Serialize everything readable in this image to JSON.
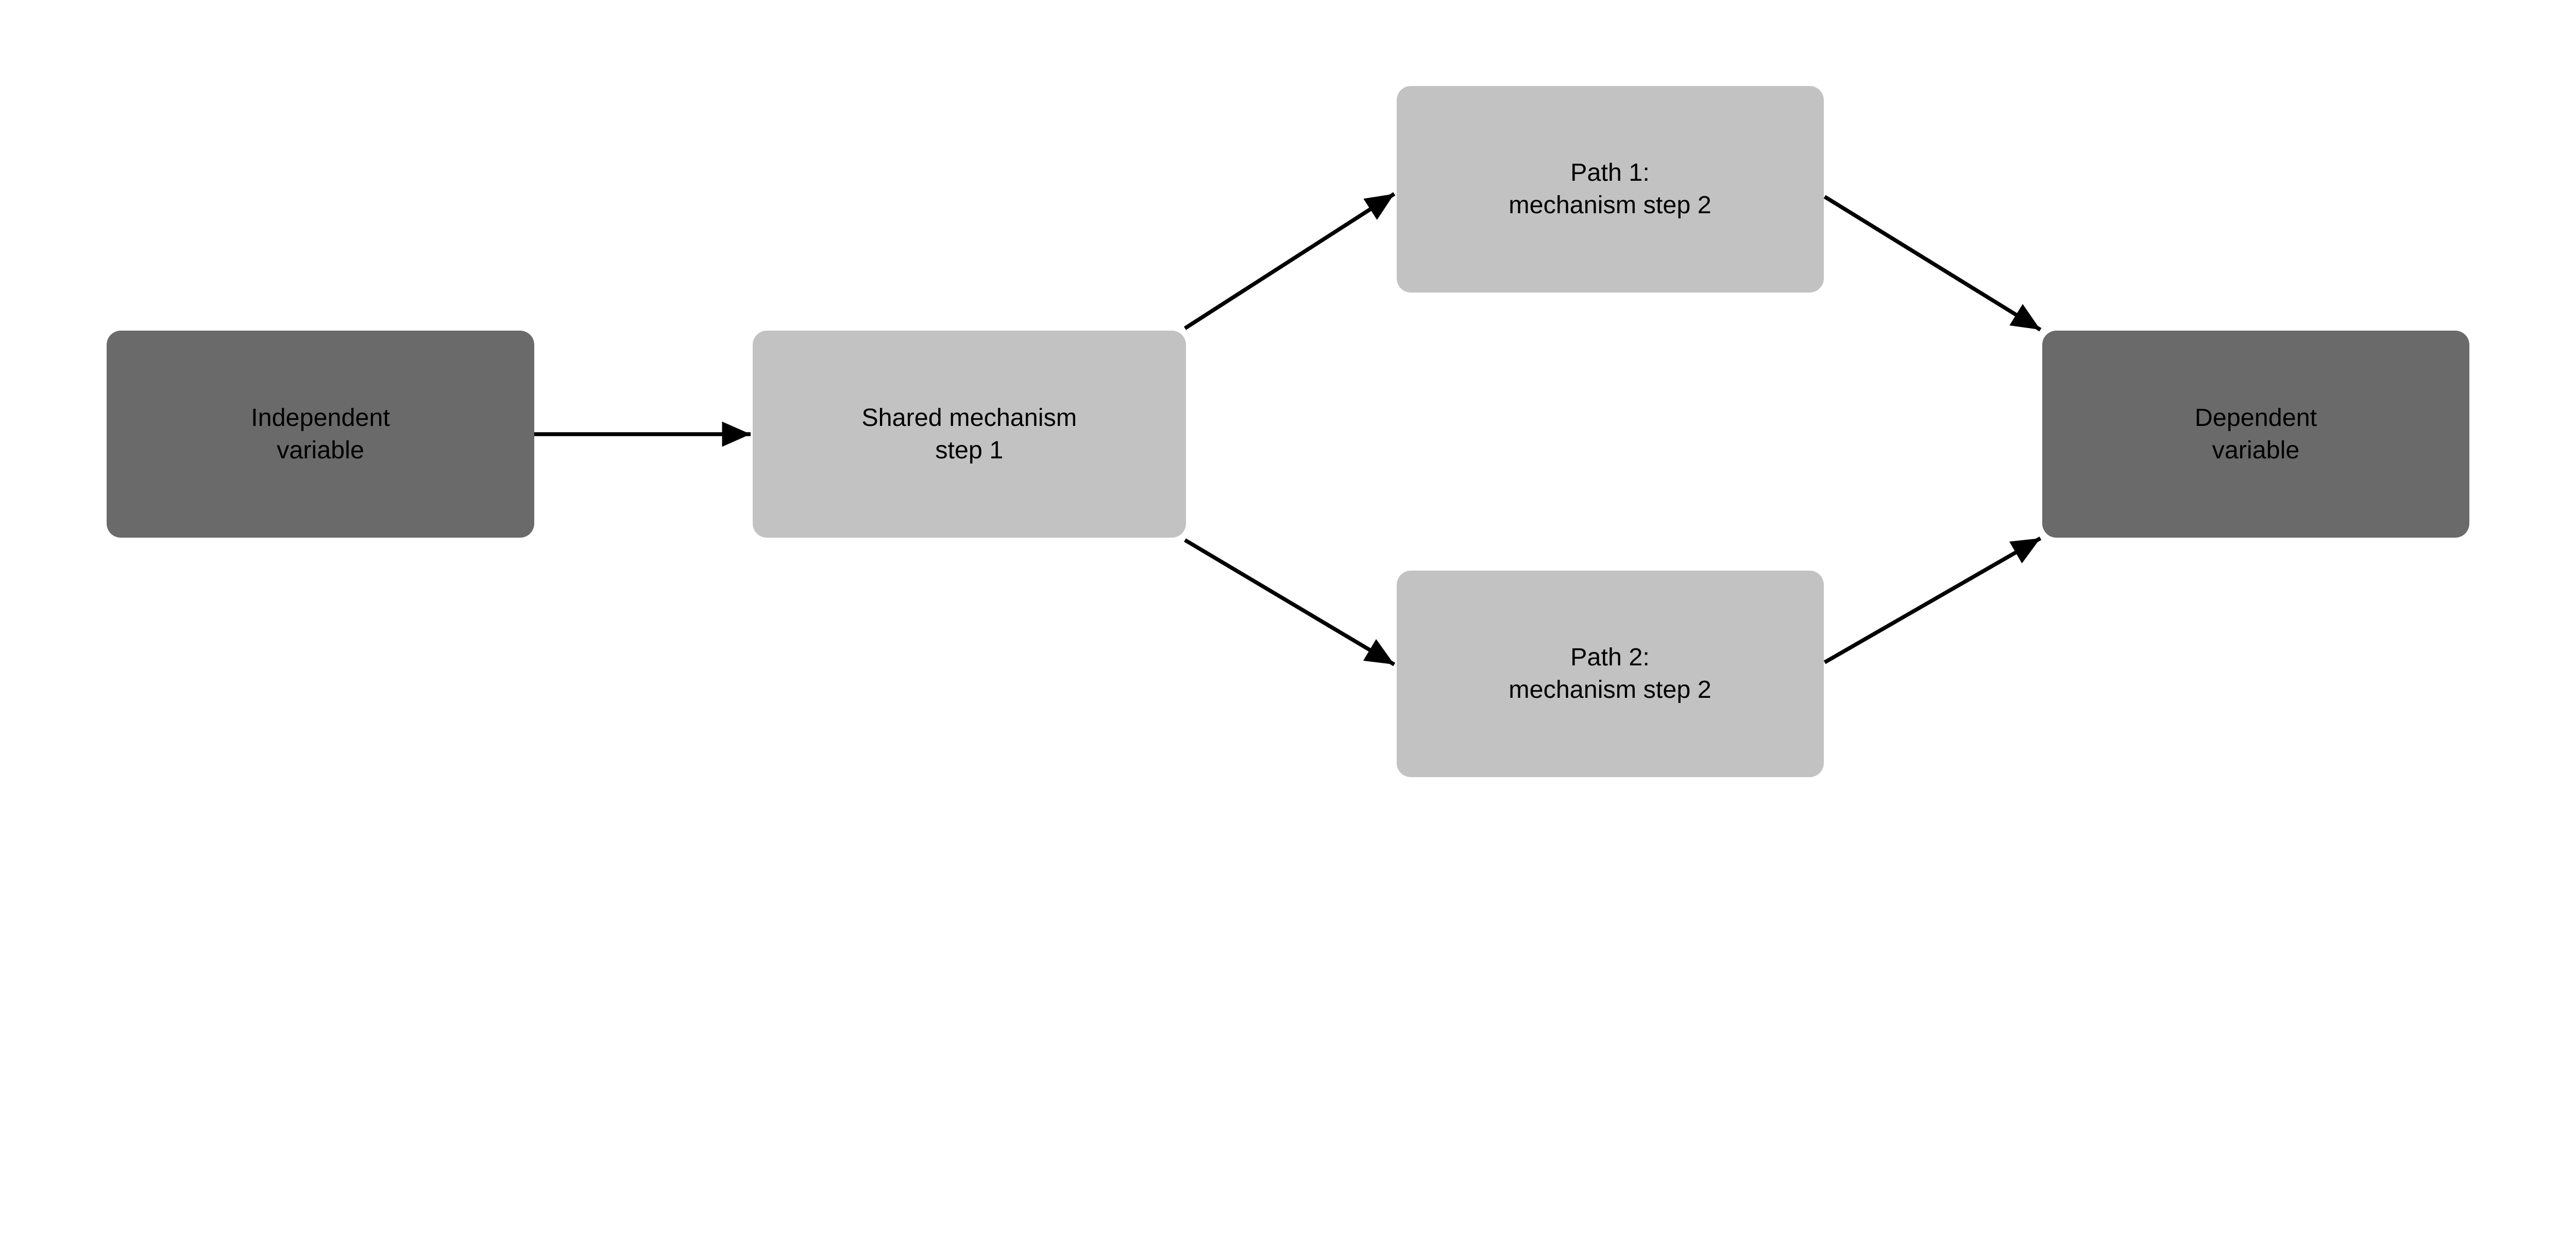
{
  "diagram": {
    "background_color": "#ffffff",
    "colors": {
      "node_dark": "#6a6a6a",
      "node_light": "#c2c2c2",
      "arrow": "#000000",
      "text": "#000000"
    },
    "nodes": [
      {
        "id": "independent-variable",
        "lines": [
          "Independent",
          "variable"
        ],
        "tone": "dark"
      },
      {
        "id": "shared-mechanism-step-1",
        "lines": [
          "Shared mechanism",
          "step 1"
        ],
        "tone": "light"
      },
      {
        "id": "path-1-mechanism-step-2",
        "lines": [
          "Path 1:",
          "mechanism step 2"
        ],
        "tone": "light"
      },
      {
        "id": "path-2-mechanism-step-2",
        "lines": [
          "Path 2:",
          "mechanism step 2"
        ],
        "tone": "light"
      },
      {
        "id": "dependent-variable",
        "lines": [
          "Dependent",
          "variable"
        ],
        "tone": "dark"
      }
    ],
    "edges": [
      {
        "from": "independent-variable",
        "to": "shared-mechanism-step-1"
      },
      {
        "from": "shared-mechanism-step-1",
        "to": "path-1-mechanism-step-2"
      },
      {
        "from": "shared-mechanism-step-1",
        "to": "path-2-mechanism-step-2"
      },
      {
        "from": "path-1-mechanism-step-2",
        "to": "dependent-variable"
      },
      {
        "from": "path-2-mechanism-step-2",
        "to": "dependent-variable"
      }
    ]
  }
}
